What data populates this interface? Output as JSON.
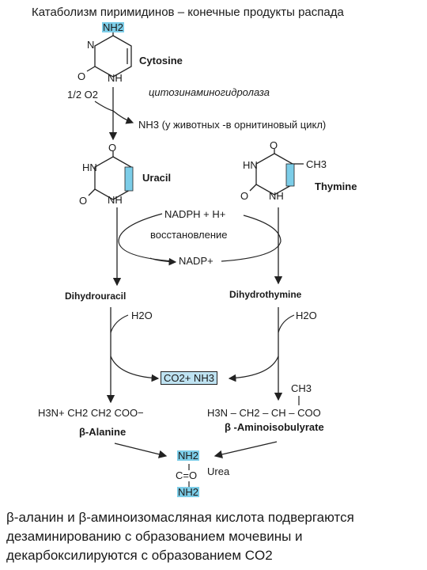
{
  "title": "Катаболизм пиримидинов – конечные продукты распада",
  "cytosine": {
    "nh2": "NH2",
    "n": "N",
    "nh": "NH",
    "o": "O",
    "name": "Cytosine"
  },
  "step1": {
    "o2": "1/2 O2",
    "enzyme": "цитозинаминогидролаза",
    "nh3": "NH3 (у животных -в орнитиновый цикл)"
  },
  "uracil": {
    "o": "O",
    "hn": "HN",
    "nh": "NH",
    "o_bottom": "O",
    "name": "Uracil"
  },
  "thymine": {
    "o": "O",
    "hn": "HN",
    "ch3": "CH3",
    "nh": "NH",
    "o_bottom": "O",
    "name": "Thymine"
  },
  "reduction": {
    "nadph": "NADPH + H+",
    "label": "восстановление",
    "nadp": "NADP+"
  },
  "dihydrouracil": "Dihydrouracil",
  "dihydrothymine": "Dihydrothymine",
  "water_left": "H2O",
  "water_right": "H2O",
  "products_box": "CO2+ NH3",
  "beta_alanine": {
    "formula": "H3N+    CH2    CH2    COO−",
    "name": "β-Alanine"
  },
  "aminoisobutyrate": {
    "ch3": "CH3",
    "formula": "H3N  –  CH2 – CH – COO",
    "name": "β -Aminoisobulyrate"
  },
  "urea": {
    "nh2_top": "NH2",
    "co": "C=O",
    "nh2_bottom": "NH2",
    "name": "Urea"
  },
  "bottom_text": "β-аланин и β-аминоизомасляная кислота подвергаются дезаминированию с образованием мочевины и декарбоксилируются с образованием CO2",
  "colors": {
    "highlight": "#7ccde8",
    "box": "#bfe3f2",
    "line": "#222222"
  }
}
